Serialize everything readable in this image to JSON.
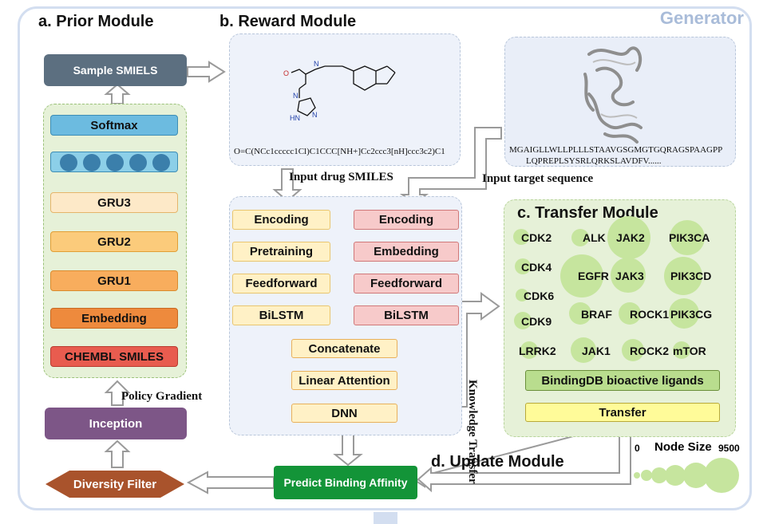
{
  "generator_label": "Generator",
  "prior": {
    "title": "a. Prior Module",
    "sample": "Sample SMIELS",
    "softmax": "Softmax",
    "gru3": "GRU3",
    "gru2": "GRU2",
    "gru1": "GRU1",
    "embedding": "Embedding",
    "chembl": "CHEMBL SMILES",
    "inception": "Inception",
    "policy": "Policy Gradient",
    "diversity": "Diversity Filter"
  },
  "reward": {
    "title": "b. Reward Module",
    "smiles": "O=C(NCc1ccccc1Cl)C1CCC[NH+]Cc2ccc3[nH]ccc3c2)C1",
    "sequence_line1": "MGAIGLLWLLPLLLSTAAVGSGMGTGQRAGSPAAGPP",
    "sequence_line2": "LQPREPLSYSRLQRKSLAVDFV......",
    "input_drug": "Input  drug SMILES",
    "input_target": "Input  target sequence",
    "drug_steps": [
      "Encoding",
      "Pretraining",
      "Feedforward",
      "BiLSTM"
    ],
    "target_steps": [
      "Encoding",
      "Embedding",
      "Feedforward",
      "BiLSTM"
    ],
    "concatenate": "Concatenate",
    "linear_attention": "Linear Attention",
    "dnn": "DNN"
  },
  "transfer": {
    "title": "c. Transfer Module",
    "kinases": [
      "CDK2",
      "ALK",
      "JAK2",
      "PIK3CA",
      "CDK4",
      "EGFR",
      "JAK3",
      "PIK3CD",
      "CDK6",
      "CDK9",
      "BRAF",
      "ROCK1",
      "PIK3CG",
      "LRRK2",
      "JAK1",
      "ROCK2",
      "mTOR"
    ],
    "bindingdb": "BindingDB bioactive ligands",
    "transfer": "Transfer",
    "knowledge": "Knowledge Transfer",
    "node_size_label": "Node Size",
    "node_min": "0",
    "node_max": "9500"
  },
  "update": {
    "title": "d. Update Module",
    "predict": "Predict Binding Affinity"
  },
  "colors": {
    "node_green": "#c6e59e",
    "predict_green": "#139438",
    "frame": "#d3def0"
  }
}
